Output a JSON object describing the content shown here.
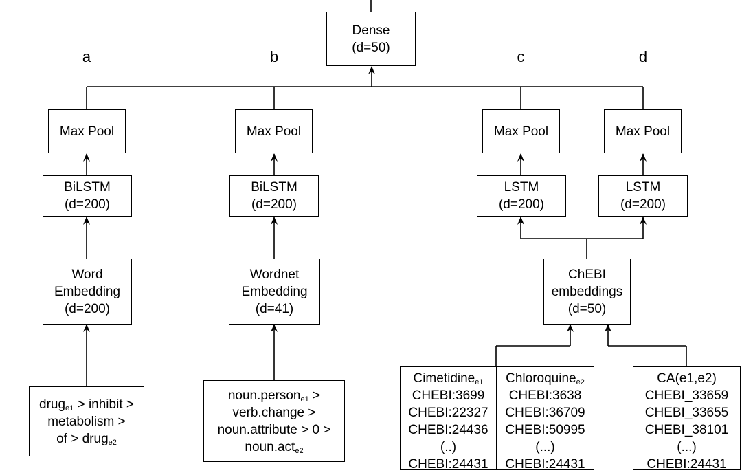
{
  "branches": {
    "a": "a",
    "b": "b",
    "c": "c",
    "d": "d"
  },
  "dense": {
    "line1": "Dense",
    "line2": "(d=50)"
  },
  "maxpool": {
    "label": "Max Pool"
  },
  "bilstm": {
    "line1": "BiLSTM",
    "line2": "(d=200)"
  },
  "lstm": {
    "line1": "LSTM",
    "line2": "(d=200)"
  },
  "word_embedding": {
    "line1": "Word",
    "line2": "Embedding",
    "line3": "(d=200)"
  },
  "wordnet_embedding": {
    "line1": "Wordnet",
    "line2": "Embedding",
    "line3": "(d=41)"
  },
  "chebi_embeddings": {
    "line1": "ChEBI",
    "line2": "embeddings",
    "line3": "(d=50)"
  },
  "input_a": {
    "l1_word": "drug",
    "l1_sub": "e1",
    "l1_rest": " > inhibit >",
    "l2": "metabolism >",
    "l3_pre": "of > drug",
    "l3_sub": "e2"
  },
  "input_b": {
    "l1_word": "noun.person",
    "l1_sub": "e1",
    "l1_rest": " >",
    "l2": "verb.change >",
    "l3": "noun.attribute > 0 >",
    "l4_word": "noun.act",
    "l4_sub": "e2"
  },
  "input_c1": {
    "head": "Cimetidine",
    "head_sub": "e1",
    "items": [
      "CHEBI:3699",
      "CHEBI:22327",
      "CHEBI:24436",
      "(..)",
      "CHEBI:24431"
    ]
  },
  "input_c2": {
    "head": "Chloroquine",
    "head_sub": "e2",
    "items": [
      "CHEBI:3638",
      "CHEBI:36709",
      "CHEBI:50995",
      "(...)",
      "CHEBI:24431"
    ]
  },
  "input_d": {
    "head": "CA(e1,e2)",
    "items": [
      "CHEBI_33659",
      "CHEBI_33655",
      "CHEBI_38101",
      "(...)",
      "CHEBI:24431"
    ]
  }
}
